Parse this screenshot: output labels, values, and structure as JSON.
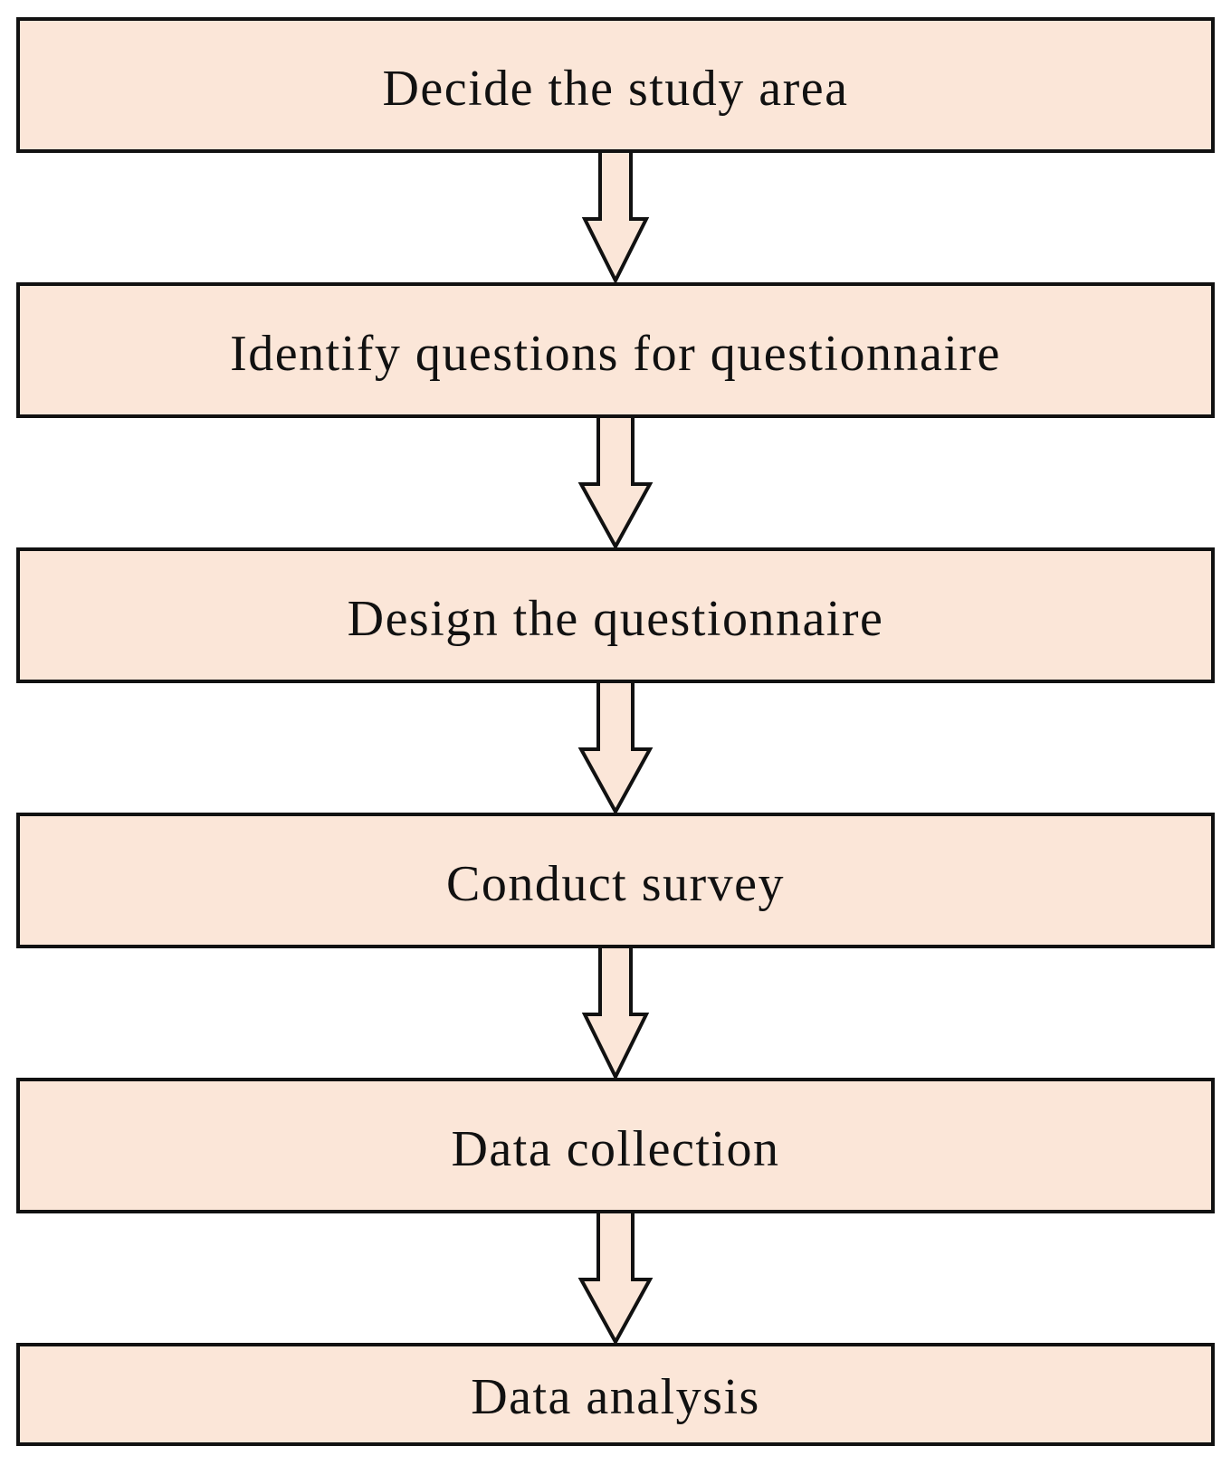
{
  "flowchart": {
    "steps": [
      {
        "label": "Decide the study area"
      },
      {
        "label": "Identify questions for questionnaire"
      },
      {
        "label": "Design the questionnaire"
      },
      {
        "label": "Conduct survey"
      },
      {
        "label": "Data collection"
      },
      {
        "label": "Data analysis"
      }
    ],
    "connector": "block-arrow-down",
    "colors": {
      "box_fill": "#FBE6D8",
      "arrow_fill": "#FBE6D8",
      "stroke": "#111111"
    }
  }
}
